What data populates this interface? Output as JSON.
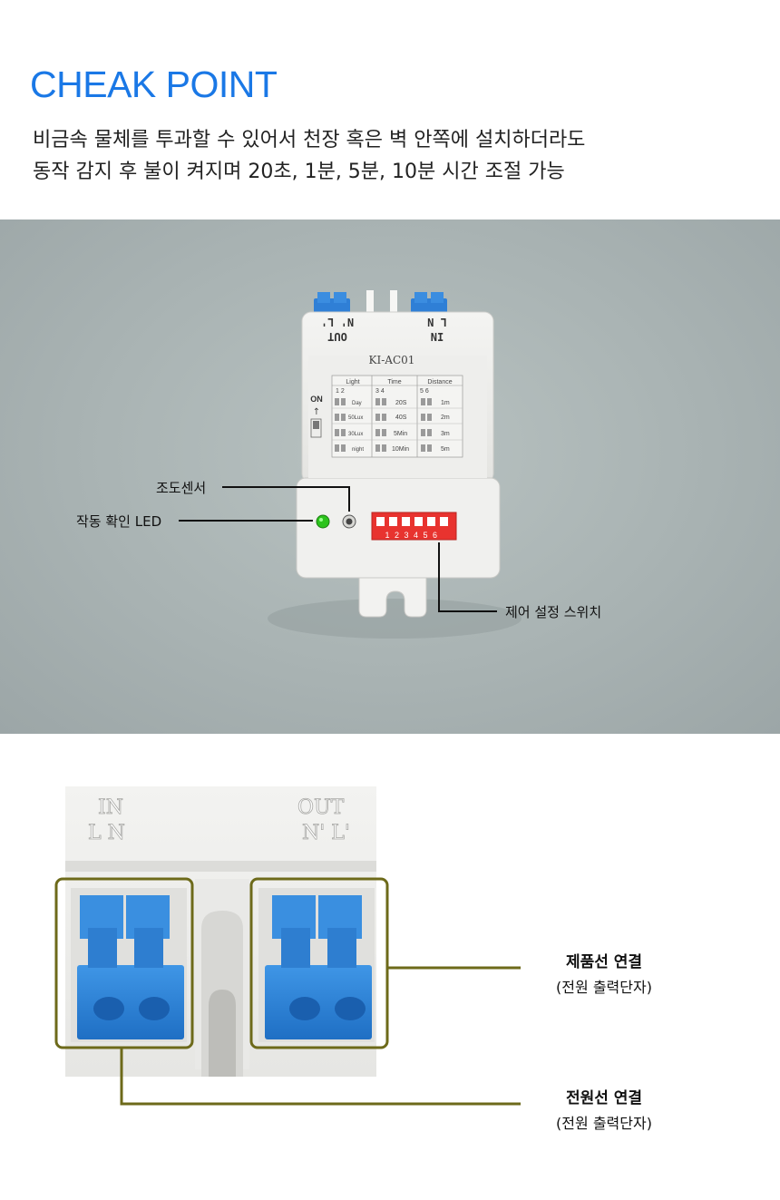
{
  "header": {
    "title": "CHEAK POINT",
    "line1": "비금속 물체를 투과할 수 있어서 천장 혹은 벽 안쪽에 설치하더라도",
    "line2": "동작 감지 후 불이 켜지며 20초, 1분, 5분, 10분 시간 조절 가능"
  },
  "device": {
    "model": "KI-AC01",
    "out_label": "OUT",
    "out_pins": "N' L'",
    "in_label": "IN",
    "in_pins": "L N",
    "on_label": "ON",
    "table_headers": [
      "Light",
      "Time",
      "Distance"
    ],
    "table_subheaders": [
      "1 2",
      "3 4",
      "5 6"
    ],
    "light_rows": [
      "Day",
      "50Lux",
      "30Lux",
      "night"
    ],
    "time_rows": [
      "20S",
      "40S",
      "5Min",
      "10Min"
    ],
    "distance_rows": [
      "1m",
      "2m",
      "3m",
      "5m"
    ],
    "dip_numbers": "123456"
  },
  "callouts": {
    "light_sensor": "조도센서",
    "led": "작동 확인 LED",
    "dip_switch": "제어 설정 스위치"
  },
  "terminals": {
    "in_label": "IN",
    "in_pins": "L  N",
    "out_label": "OUT",
    "out_pins": "N' L'",
    "product_title": "제품선 연결",
    "product_sub": "(전원 출력단자)",
    "power_title": "전원선 연결",
    "power_sub": "(전원 출력단자)"
  },
  "colors": {
    "accent": "#1a78e6",
    "terminal_blue": "#2f86d6",
    "outline_olive": "#6d6a1a",
    "dip_red": "#e8332f",
    "led_green": "#2cc31c"
  }
}
